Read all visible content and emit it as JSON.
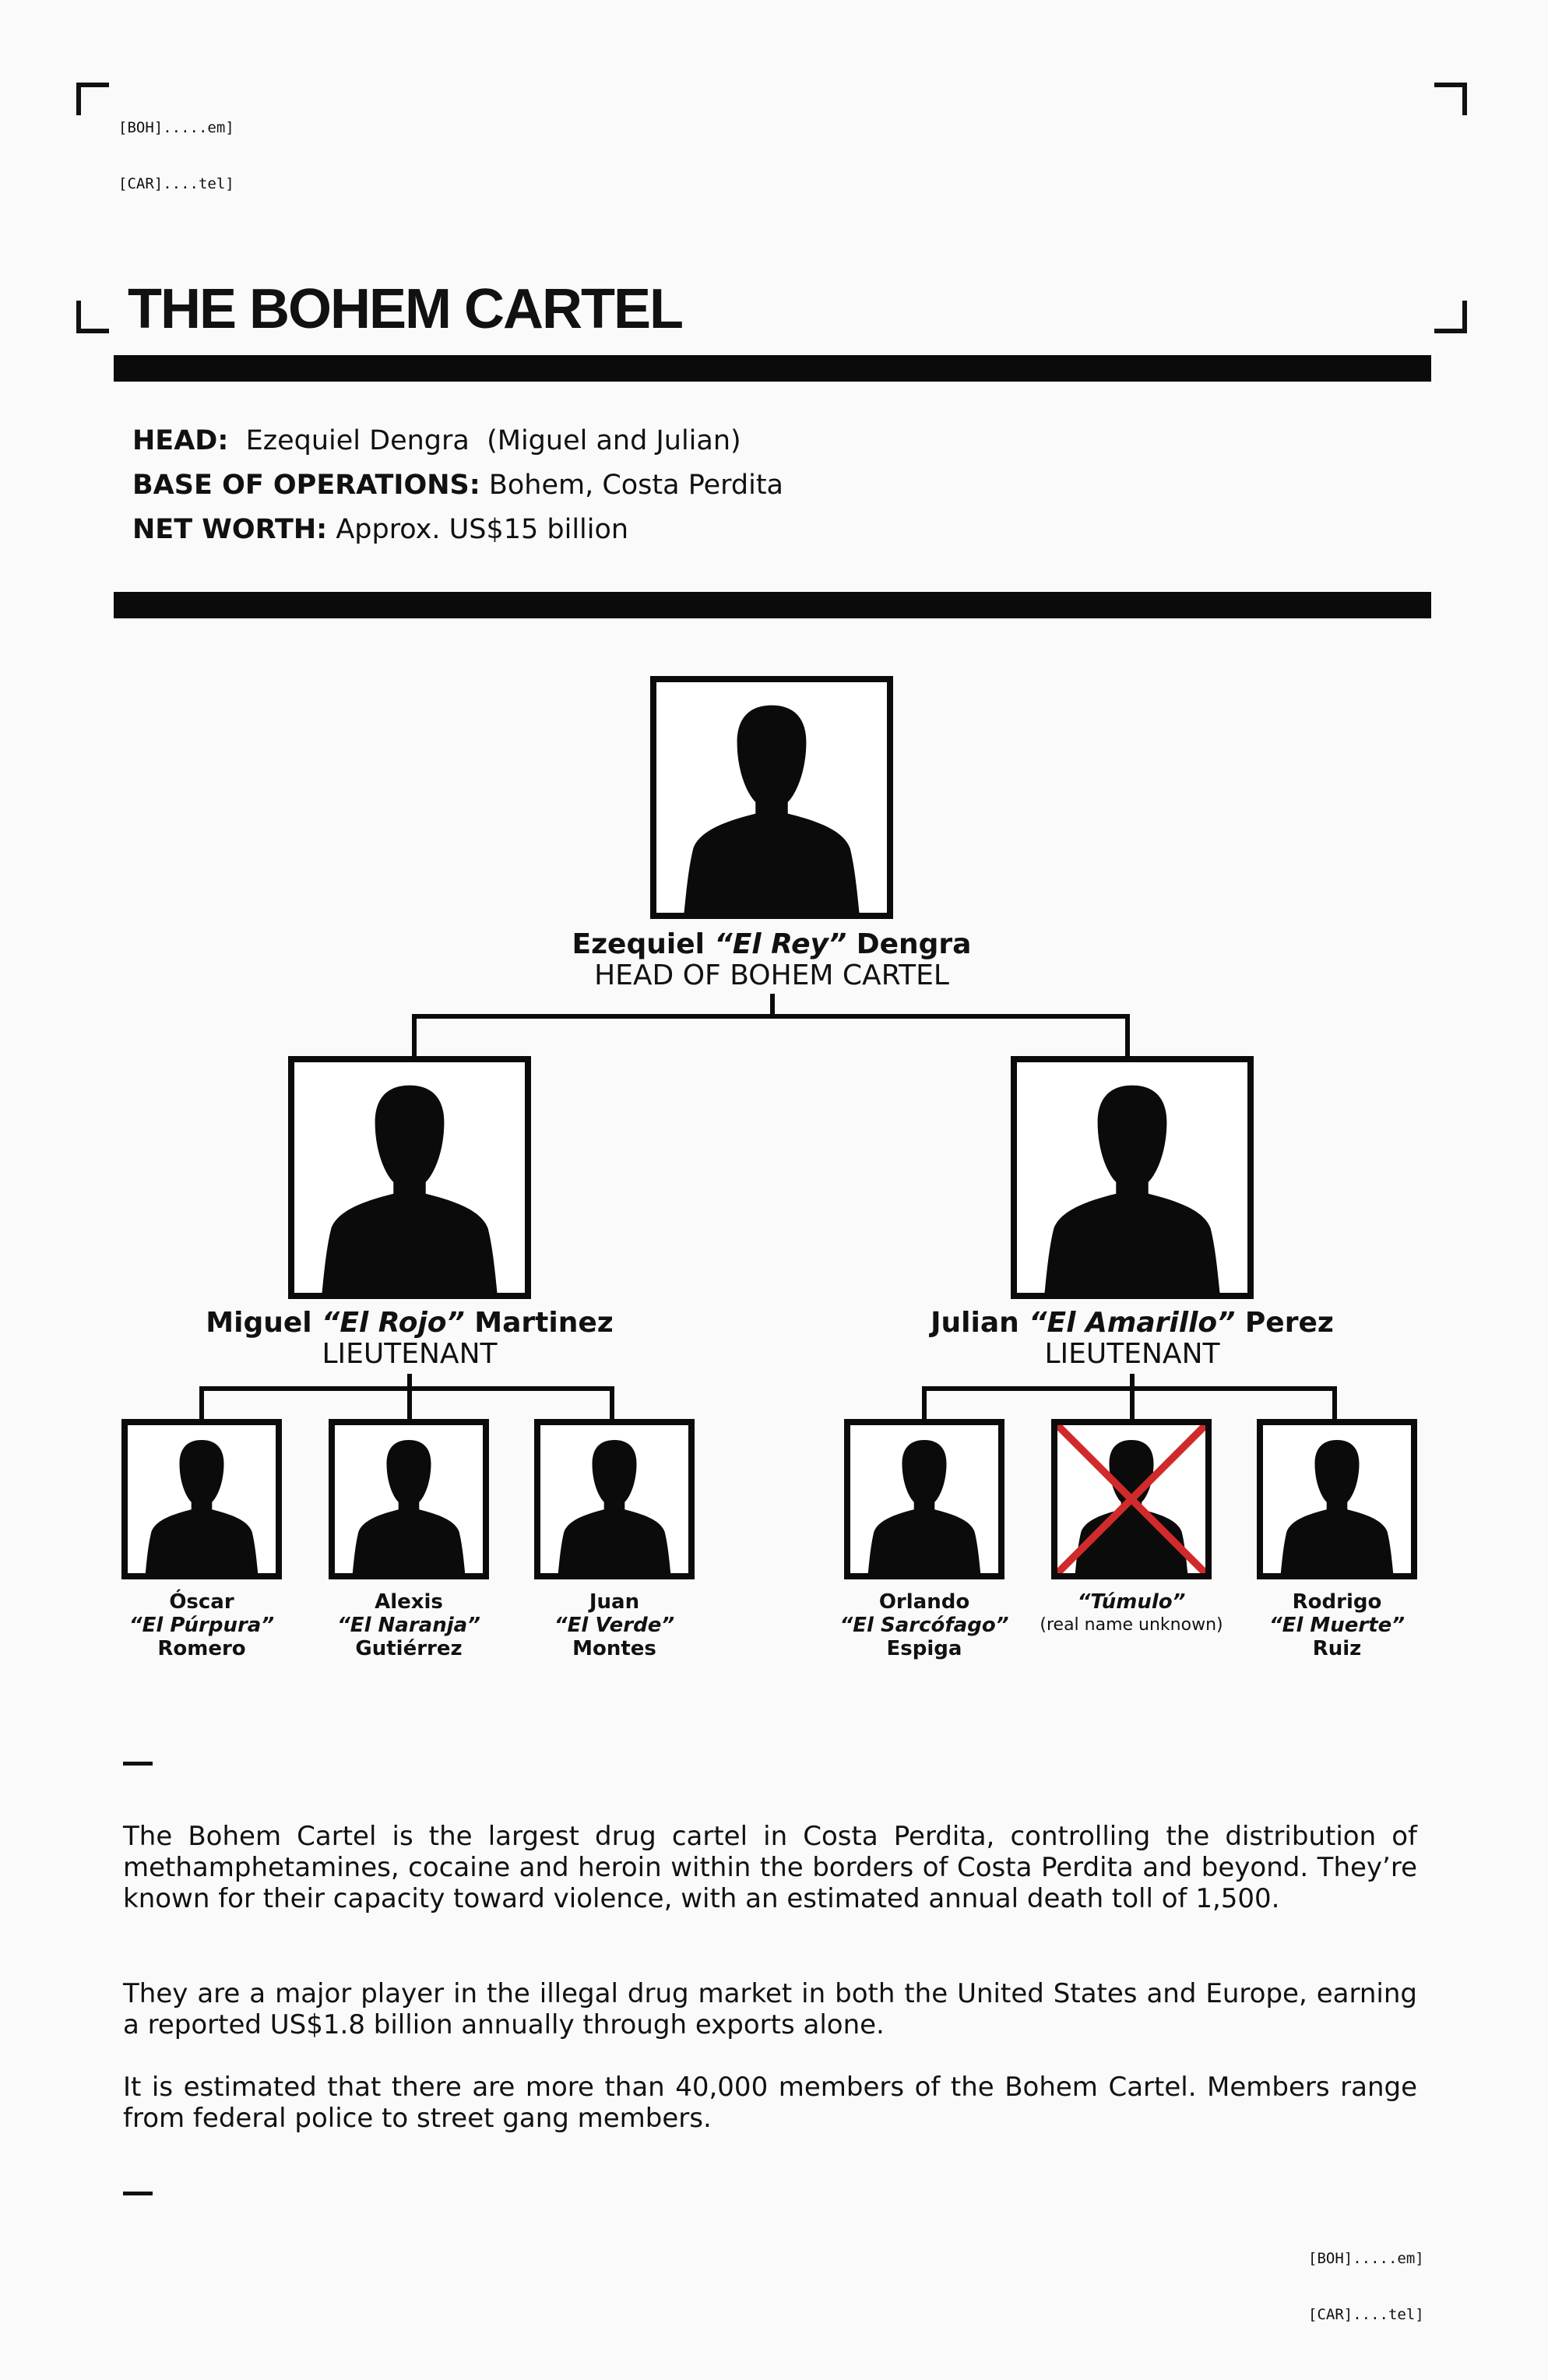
{
  "header": {
    "codes_top": [
      "[BOH].....em]",
      "[CAR]....tel]"
    ],
    "codes_bottom": [
      "[BOH].....em]",
      "[CAR]....tel]"
    ],
    "title": "THE BOHEM CARTEL"
  },
  "info": {
    "head_label": "HEAD:",
    "head_value": "Ezequiel Dengra  (Miguel and Julian)",
    "base_label": "BASE OF OPERATIONS:",
    "base_value": "Bohem, Costa Perdita",
    "worth_label": "NET WORTH:",
    "worth_value": "Approx. US$15 billion"
  },
  "org": {
    "head": {
      "first": "Ezequiel",
      "alias": "“El Rey”",
      "last": "Dengra",
      "role": "HEAD OF BOHEM CARTEL"
    },
    "lieutenants": [
      {
        "first": "Miguel",
        "alias": "“El Rojo”",
        "last": "Martinez",
        "role": "LIEUTENANT",
        "members": [
          {
            "first": "Óscar",
            "alias": "“El Púrpura”",
            "last": "Romero"
          },
          {
            "first": "Alexis",
            "alias": "“El Naranja”",
            "last": "Gutiérrez"
          },
          {
            "first": "Juan",
            "alias": "“El Verde”",
            "last": "Montes"
          }
        ]
      },
      {
        "first": "Julian",
        "alias": "“El Amarillo”",
        "last": "Perez",
        "role": "LIEUTENANT",
        "members": [
          {
            "first": "Orlando",
            "alias": "“El Sarcófago”",
            "last": "Espiga"
          },
          {
            "alias": "“Túmulo”",
            "note": "(real name unknown)",
            "deceased": true
          },
          {
            "first": "Rodrigo",
            "alias": "“El Muerte”",
            "last": "Ruiz"
          }
        ]
      }
    ]
  },
  "colors": {
    "ink": "#0b0b0b",
    "strike": "#d12a2a"
  },
  "body": {
    "paragraphs": [
      "The Bohem Cartel is the largest drug cartel in Costa Perdita, controlling the distribution of methamphetamines, cocaine and heroin within the borders of Costa Perdita and beyond. They’re known for their capacity toward violence, with an estimated annual death toll of 1,500.",
      "They are a major player in the illegal drug market in both the United States and Europe, earning a reported US$1.8 billion annually through exports alone.",
      "It is estimated that there are more than 40,000 members of the Bohem Cartel. Members range from federal police to street gang members."
    ]
  }
}
